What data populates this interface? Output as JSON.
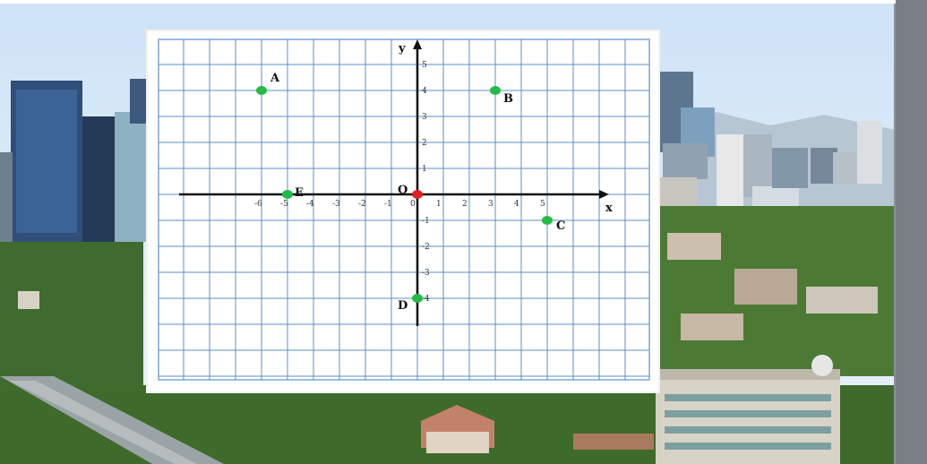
{
  "chart_data": {
    "type": "scatter",
    "xlabel": "x",
    "ylabel": "y",
    "x_ticks": [
      -6,
      -5,
      -4,
      -3,
      -2,
      -1,
      0,
      1,
      2,
      3,
      4,
      5
    ],
    "y_ticks": [
      5,
      4,
      3,
      2,
      1,
      0,
      -1,
      -2,
      -3,
      -4
    ],
    "x_tick_labels": [
      "-6",
      "-5",
      "-4",
      "-3",
      "-2",
      "-1",
      "0",
      "1",
      "2",
      "3",
      "4",
      "5"
    ],
    "y_tick_labels": [
      "5",
      "4",
      "3",
      "2",
      "1",
      "-1",
      "-2",
      "-3",
      "-4"
    ],
    "origin_label": "O",
    "grid": true,
    "points": [
      {
        "label": "A",
        "x": -6,
        "y": 4,
        "color": "#22bb44"
      },
      {
        "label": "B",
        "x": 3,
        "y": 4,
        "color": "#22bb44"
      },
      {
        "label": "C",
        "x": 5,
        "y": -1,
        "color": "#22bb44"
      },
      {
        "label": "D",
        "x": 0,
        "y": -4,
        "color": "#22bb44"
      },
      {
        "label": "E",
        "x": -5,
        "y": 0,
        "color": "#22bb44"
      },
      {
        "label": "O",
        "x": 0,
        "y": 0,
        "color": "#e02020"
      }
    ]
  },
  "colors": {
    "grid_line": "#5b8fc9",
    "axis": "#111111",
    "board": "#ffffff",
    "point_green": "#22bb44",
    "point_origin": "#e02020"
  }
}
